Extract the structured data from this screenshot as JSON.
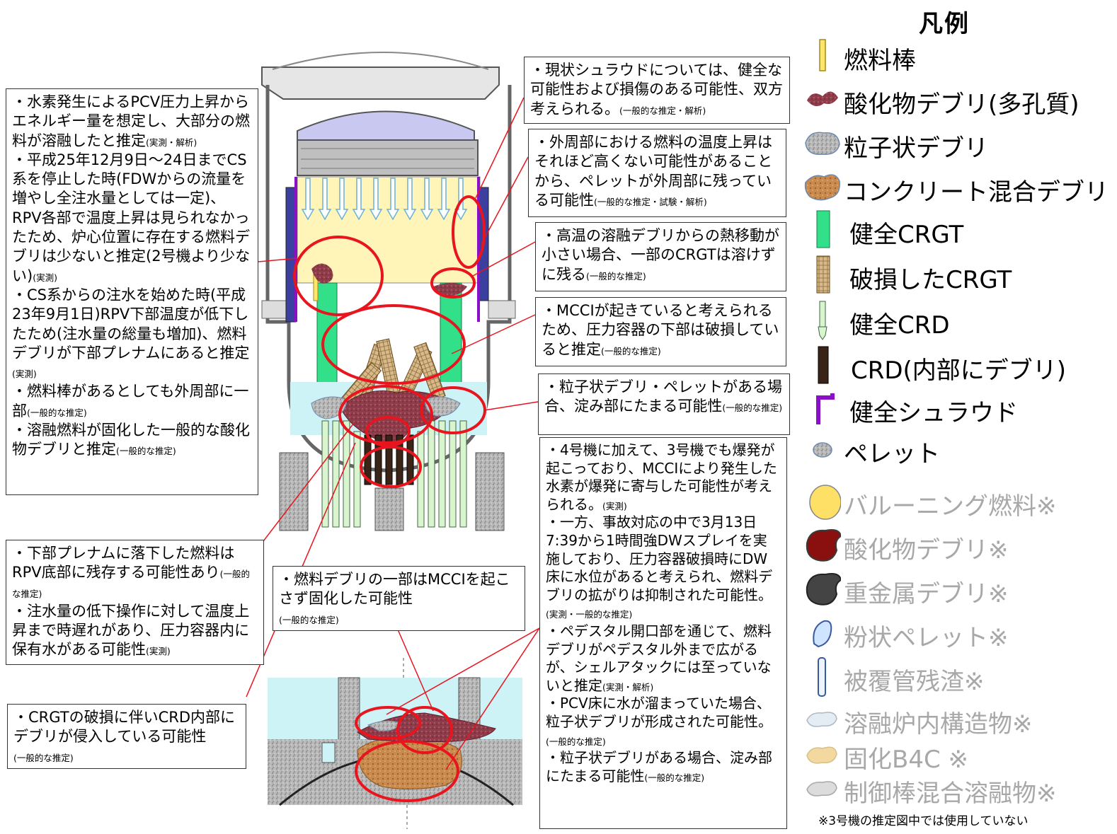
{
  "legend": {
    "title": "凡例",
    "items": [
      {
        "label": "燃料棒",
        "icon": "fuel-rod"
      },
      {
        "label": "酸化物デブリ(多孔質)",
        "icon": "oxide-debris-porous"
      },
      {
        "label": "粒子状デブリ",
        "icon": "particulate-debris"
      },
      {
        "label": "コンクリート混合デブリ",
        "icon": "concrete-mixed-debris"
      },
      {
        "label": "健全CRGT",
        "icon": "intact-crgt"
      },
      {
        "label": "破損したCRGT",
        "icon": "damaged-crgt"
      },
      {
        "label": "健全CRD",
        "icon": "intact-crd"
      },
      {
        "label": "CRD(内部にデブリ)",
        "icon": "crd-with-debris"
      },
      {
        "label": "健全シュラウド",
        "icon": "intact-shroud"
      },
      {
        "label": "ペレット",
        "icon": "pellet"
      }
    ],
    "unused_items": [
      {
        "label": "バルーニング燃料※",
        "icon": "ballooning-fuel"
      },
      {
        "label": "酸化物デブリ※",
        "icon": "oxide-debris"
      },
      {
        "label": "重金属デブリ※",
        "icon": "heavy-metal-debris"
      },
      {
        "label": "粉状ペレット※",
        "icon": "powder-pellet"
      },
      {
        "label": "被覆管残渣※",
        "icon": "cladding-residue"
      },
      {
        "label": "溶融炉内構造物※",
        "icon": "molten-internals"
      },
      {
        "label": "固化B4C ※",
        "icon": "solidified-b4c"
      },
      {
        "label": "制御棒混合溶融物※",
        "icon": "control-rod-melt"
      }
    ],
    "footnote": "※3号機の推定図中では使用していない"
  },
  "left_box_top": {
    "lines": [
      {
        "t": "・水素発生によるPCV圧力上昇からエネルギー量を想定し、大部分の燃料が溶融したと推定",
        "s": "(実測・解析)"
      },
      {
        "t": "・平成25年12月9日～24日までCS系を停止した時(FDWからの流量を増やし全注水量としては一定)、RPV各部で温度上昇は見られなかったため、炉心位置に存在する燃料デブリは少ないと推定(2号機より少ない)",
        "s": "(実測)"
      },
      {
        "t": "・CS系からの注水を始めた時(平成23年9月1日)RPV下部温度が低下したため(注水量の総量も増加)、燃料デブリが下部プレナムにあると推定",
        "s": "(実測)"
      },
      {
        "t": "・燃料棒があるとしても外周部に一部",
        "s": "(一般的な推定)"
      },
      {
        "t": "・溶融燃料が固化した一般的な酸化物デブリと推定",
        "s": "(一般的な推定)"
      }
    ]
  },
  "left_box_mid": {
    "lines": [
      {
        "t": "・下部プレナムに落下した燃料はRPV底部に残存する可能性あり",
        "s": "(一般的な推定)"
      },
      {
        "t": "・注水量の低下操作に対して温度上昇まで時遅れがあり、圧力容器内に保有水がある可能性",
        "s": "(実測)"
      }
    ]
  },
  "left_box_bottom": {
    "lines": [
      {
        "t": "・CRGTの破損に伴いCRD内部にデブリが侵入している可能性",
        "s": "(一般的な推定)"
      }
    ]
  },
  "center_box": {
    "lines": [
      {
        "t": "・燃料デブリの一部はMCCIを起こさず固化した可能性",
        "s": "(一般的な推定)"
      }
    ]
  },
  "right_boxes": [
    {
      "lines": [
        {
          "t": "・現状シュラウドについては、健全な可能性および損傷のある可能性、双方考えられる。",
          "s": "(一般的な推定・解析)"
        }
      ]
    },
    {
      "lines": [
        {
          "t": "・外周部における燃料の温度上昇はそれほど高くない可能性があることから、ペレットが外周部に残っている可能性",
          "s": "(一般的な推定・試験・解析)"
        }
      ]
    },
    {
      "lines": [
        {
          "t": "・高温の溶融デブリからの熱移動が小さい場合、一部のCRGTは溶けずに残る",
          "s": "(一般的な推定)"
        }
      ]
    },
    {
      "lines": [
        {
          "t": "・MCCIが起きていると考えられるため、圧力容器の下部は破損していると推定",
          "s": "(一般的な推定)"
        }
      ]
    },
    {
      "lines": [
        {
          "t": "・粒子状デブリ・ペレットがある場合、淀み部にたまる可能性",
          "s": "(一般的な推定)"
        }
      ]
    },
    {
      "lines": [
        {
          "t": "・4号機に加えて、3号機でも爆発が起こっており、MCCIにより発生した水素が爆発に寄与した可能性が考えられる。",
          "s": "(実測)"
        },
        {
          "t": "・一方、事故対応の中で3月13日7:39から1時間強DWスプレイを実施しており、圧力容器破損時にDW床に水位があると考えられ、燃料デブリの拡がりは抑制された可能性。",
          "s": "(実測・一般的な推定)"
        },
        {
          "t": "・ペデスタル開口部を通じて、燃料デブリがペデスタル外まで広がるが、シェルアタックには至っていないと推定",
          "s": "(実測・解析)"
        },
        {
          "t": "・PCV床に水が溜まっていた場合、粒子状デブリが形成された可能性。",
          "s": "(一般的な推定)"
        },
        {
          "t": "・粒子状デブリがある場合、淀み部にたまる可能性",
          "s": "(一般的な推定)"
        }
      ]
    }
  ],
  "colors": {
    "crgt": "#33e08a",
    "shroud": "#8a10c8",
    "oxide": "#8e3b4a",
    "concrete": "#c8874a",
    "water": "#cdf3f7",
    "fuel_zone": "#fff5b8",
    "vessel_blue": "#3b3f9e",
    "outline_red": "#e8141e"
  }
}
